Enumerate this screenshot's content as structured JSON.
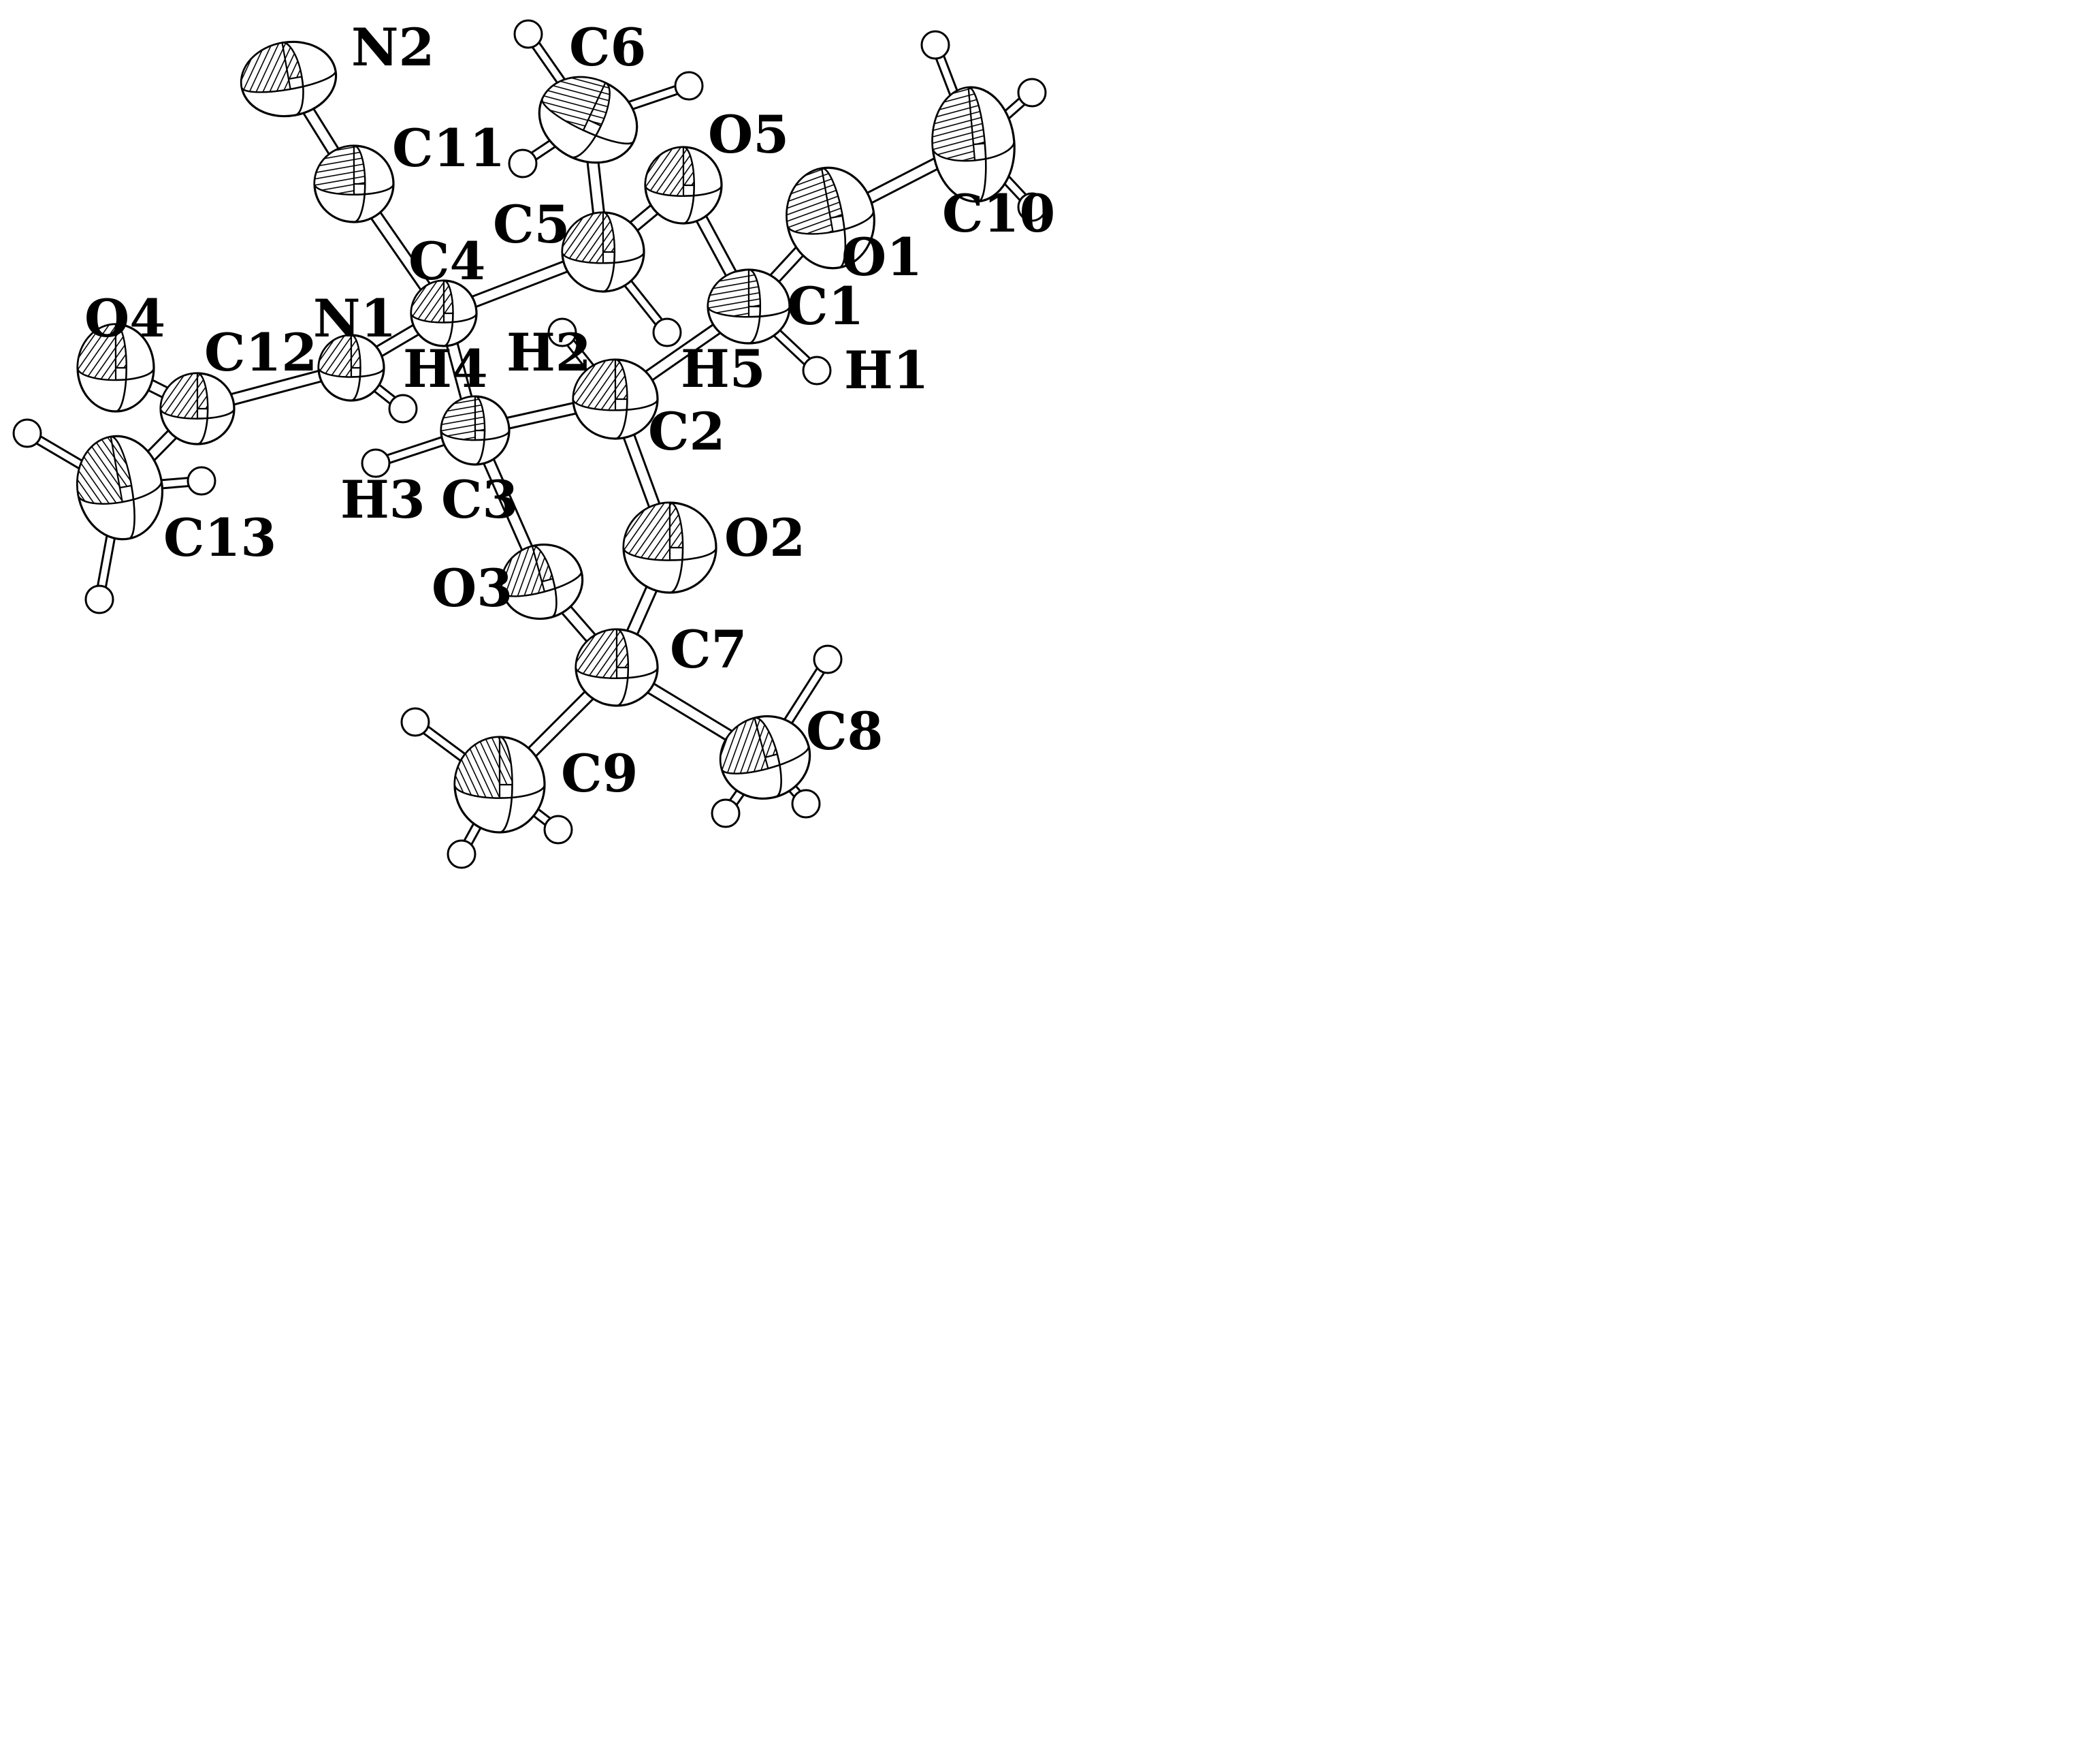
{
  "figure": {
    "type": "ORTEP molecular structure",
    "colors": {
      "ink": "#000000",
      "background": "#ffffff"
    }
  },
  "atoms": [
    {
      "name": "N2",
      "element": "N",
      "label": "N2"
    },
    {
      "name": "C6",
      "element": "C",
      "label": "C6"
    },
    {
      "name": "C11",
      "element": "C",
      "label": "C11"
    },
    {
      "name": "O5",
      "element": "O",
      "label": "O5"
    },
    {
      "name": "C10",
      "element": "C",
      "label": "C10"
    },
    {
      "name": "C5",
      "element": "C",
      "label": "C5"
    },
    {
      "name": "O1",
      "element": "O",
      "label": "O1"
    },
    {
      "name": "C4",
      "element": "C",
      "label": "C4"
    },
    {
      "name": "C1",
      "element": "C",
      "label": "C1"
    },
    {
      "name": "O4",
      "element": "O",
      "label": "O4"
    },
    {
      "name": "N1",
      "element": "N",
      "label": "N1"
    },
    {
      "name": "C12",
      "element": "C",
      "label": "C12"
    },
    {
      "name": "H4",
      "element": "H",
      "label": "H4"
    },
    {
      "name": "H2",
      "element": "H",
      "label": "H2"
    },
    {
      "name": "H5",
      "element": "H",
      "label": "H5"
    },
    {
      "name": "H1",
      "element": "H",
      "label": "H1"
    },
    {
      "name": "C2",
      "element": "C",
      "label": "C2"
    },
    {
      "name": "C3",
      "element": "C",
      "label": "C3"
    },
    {
      "name": "H3",
      "element": "H",
      "label": "H3"
    },
    {
      "name": "C13",
      "element": "C",
      "label": "C13"
    },
    {
      "name": "O2",
      "element": "O",
      "label": "O2"
    },
    {
      "name": "O3",
      "element": "O",
      "label": "O3"
    },
    {
      "name": "C7",
      "element": "C",
      "label": "C7"
    },
    {
      "name": "C8",
      "element": "C",
      "label": "C8"
    },
    {
      "name": "C9",
      "element": "C",
      "label": "C9"
    }
  ],
  "bonds": [
    [
      "N2",
      "C11"
    ],
    [
      "C11",
      "C4"
    ],
    [
      "C4",
      "C5"
    ],
    [
      "C4",
      "N1"
    ],
    [
      "C4",
      "C3"
    ],
    [
      "C5",
      "C6"
    ],
    [
      "C5",
      "O5"
    ],
    [
      "C5",
      "H5"
    ],
    [
      "O5",
      "C1"
    ],
    [
      "C1",
      "O1"
    ],
    [
      "O1",
      "C10"
    ],
    [
      "C1",
      "H1"
    ],
    [
      "C1",
      "C2"
    ],
    [
      "C2",
      "H2"
    ],
    [
      "C2",
      "C3"
    ],
    [
      "C2",
      "O2"
    ],
    [
      "C3",
      "H3"
    ],
    [
      "C3",
      "O3"
    ],
    [
      "O2",
      "C7"
    ],
    [
      "O3",
      "C7"
    ],
    [
      "C7",
      "C8"
    ],
    [
      "C7",
      "C9"
    ],
    [
      "N1",
      "H4"
    ],
    [
      "N1",
      "C12"
    ],
    [
      "C12",
      "O4"
    ],
    [
      "C12",
      "C13"
    ]
  ]
}
